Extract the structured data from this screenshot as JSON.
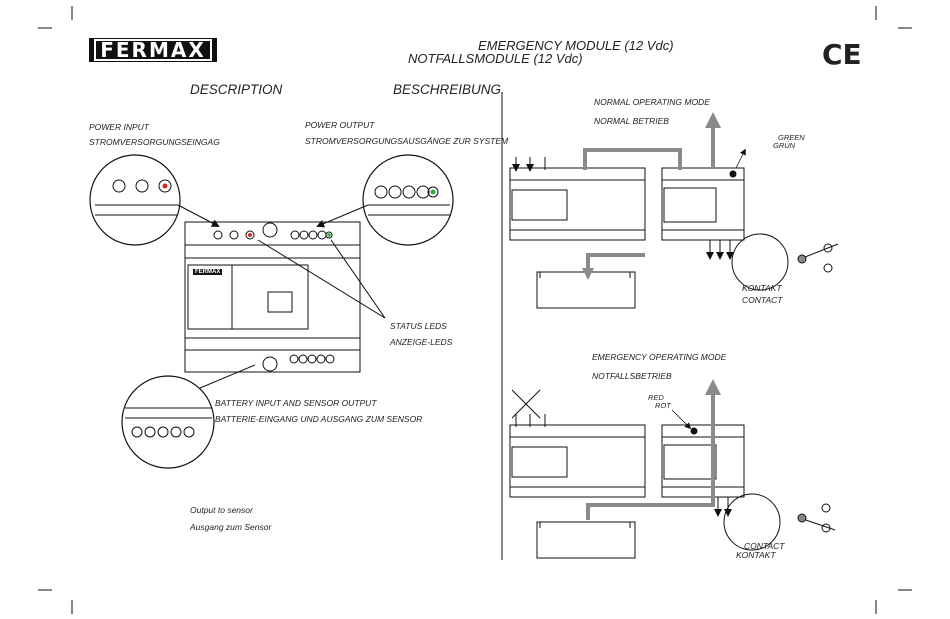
{
  "brand": {
    "logo_text": "FERMAX",
    "module_logo_text": "FERMAX",
    "ce_mark": "CE"
  },
  "header": {
    "title_en": "EMERGENCY MODULE (12 Vdc)",
    "title_de": "NOTFALLSMODULE (12 Vdc)"
  },
  "left": {
    "description_en": "DESCRIPTION",
    "description_de": "BESCHREIBUNG",
    "power_input_en": "POWER INPUT",
    "power_input_de": "STROMVERSORGUNGSEINGAG",
    "power_output_en": "POWER OUTPUT",
    "power_output_de": "STROMVERSORGUNGSAUSGÄNGE ZUR SYSTEM",
    "status_leds_en": "STATUS LEDS",
    "status_leds_de": "ANZEIGE-LEDS",
    "battery_en": "BATTERY INPUT AND SENSOR OUTPUT",
    "battery_de": "BATTERIE-EINGANG UND AUSGANG ZUM SENSOR",
    "sensor_en": "Output to sensor",
    "sensor_de": "Ausgang zum Sensor"
  },
  "normal": {
    "mode_en": "NORMAL OPERATING MODE",
    "mode_de": "NORMAL BETRIEB",
    "led_en": "GREEN",
    "led_de": "GRÜN",
    "contact_de": "KONTAKT",
    "contact_en": "CONTACT"
  },
  "emergency": {
    "mode_en": "EMERGENCY OPERATING MODE",
    "mode_de": "NOTFALLSBETRIEB",
    "led_en": "RED",
    "led_de": "ROT",
    "contact_en": "CONTACT",
    "contact_de": "KONTAKT"
  },
  "colors": {
    "green_led": "#2fae3a",
    "red_led": "#d6262b",
    "arrow": "#8a8a8a"
  }
}
